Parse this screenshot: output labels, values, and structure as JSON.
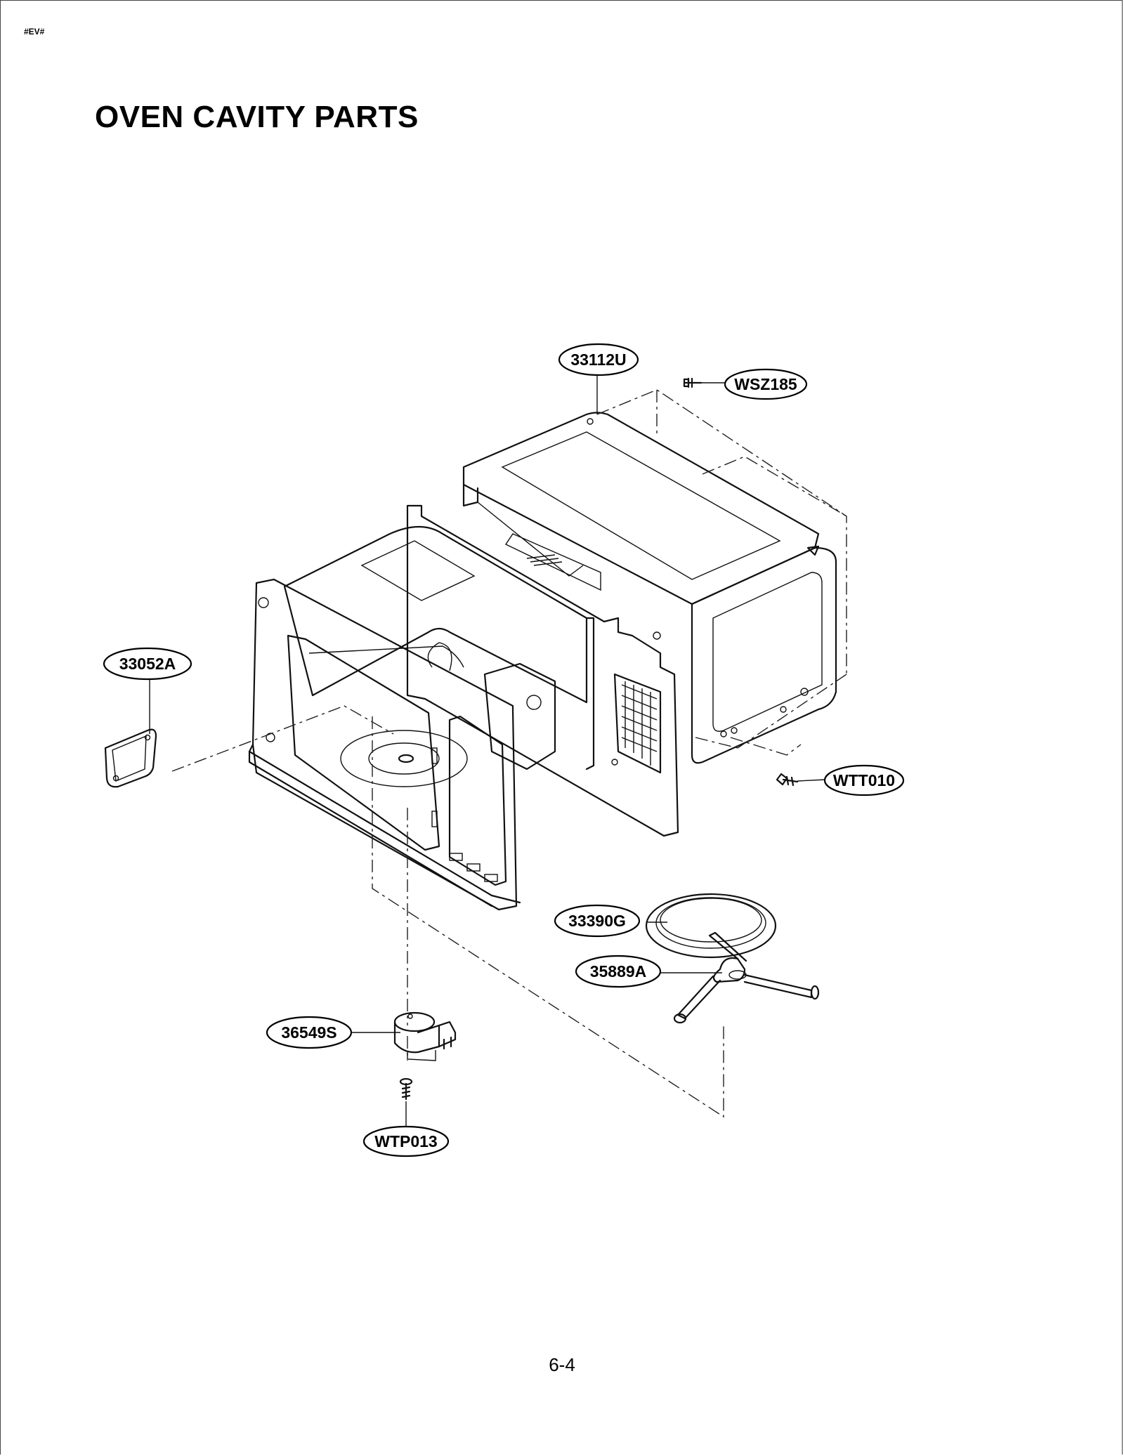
{
  "header": {
    "code": "#EV#"
  },
  "title": "OVEN CAVITY PARTS",
  "page_number": "6-4",
  "parts": [
    {
      "id": "33112U",
      "description": "outer cabinet"
    },
    {
      "id": "WSZ185",
      "description": "screw"
    },
    {
      "id": "33052A",
      "description": "cover plate"
    },
    {
      "id": "WTT010",
      "description": "screw"
    },
    {
      "id": "33390G",
      "description": "turntable tray"
    },
    {
      "id": "35889A",
      "description": "roller guide"
    },
    {
      "id": "36549S",
      "description": "turntable motor"
    },
    {
      "id": "WTP013",
      "description": "screw"
    }
  ],
  "labels": {
    "l33112U": "33112U",
    "lWSZ185": "WSZ185",
    "l33052A": "33052A",
    "lWTT010": "WTT010",
    "l33390G": "33390G",
    "l35889A": "35889A",
    "l36549S": "36549S",
    "lWTP013": "WTP013"
  }
}
